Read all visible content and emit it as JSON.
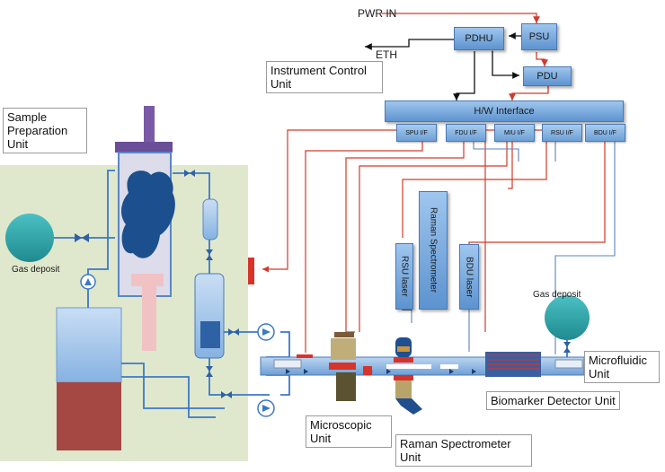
{
  "power": {
    "pwr_in": "PWR IN",
    "eth": "ETH"
  },
  "control": {
    "pdhu": "PDHU",
    "psu": "PSU",
    "pdu": "PDU",
    "hw_interface": "H/W Interface",
    "interfaces": [
      "SPU I/F",
      "FDU I/F",
      "MIU I/F",
      "RSU I/F",
      "BDU I/F"
    ],
    "unit_label": "Instrument Control Unit"
  },
  "sample_prep": {
    "unit_label": "Sample Preparation Unit",
    "gas_deposit": "Gas deposit"
  },
  "lasers": {
    "rsu_laser": "RSU laser",
    "raman_spectrometer": "Raman Spectrometer",
    "bdu_laser": "BDU laser"
  },
  "units": {
    "gas_deposit_right": "Gas deposit",
    "microfluidic": "Microfluidic Unit",
    "biomarker": "Biomarker Detector Unit",
    "microscopic": "Microscopic Unit",
    "raman": "Raman Spectrometer Unit"
  },
  "colors": {
    "panel": "#dfe8cc",
    "signal": "#d23a2a",
    "blue": "#5d93cf",
    "gas": "#2aa2a6",
    "tank_red": "#a54844"
  }
}
